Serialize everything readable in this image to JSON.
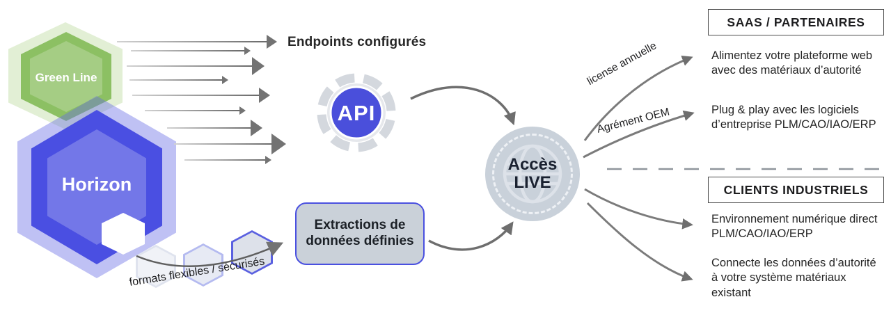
{
  "source": {
    "green_label": "Green Line",
    "horizon_label": "Horizon",
    "formats_label": "formats flexibles / sécurisés"
  },
  "api": {
    "title": "Endpoints configurés",
    "badge": "API"
  },
  "extraction": {
    "label": "Extractions de données définies"
  },
  "access": {
    "line1": "Accès",
    "line2": "LIVE"
  },
  "branches": {
    "license_label": "license annuelle",
    "oem_label": "Agrément OEM"
  },
  "saas": {
    "header": "SAAS / PARTENAIRES",
    "items": [
      "Alimentez votre plateforme web avec des matériaux d’autorité",
      "Plug & play avec les logiciels d’entreprise PLM/CAO/IAO/ERP"
    ]
  },
  "clients": {
    "header": "CLIENTS INDUSTRIELS",
    "items": [
      "Environnement numérique direct PLM/CAO/IAO/ERP",
      "Connecte les données d’autorité à votre système matériaux existant"
    ]
  },
  "colors": {
    "accent_blue": "#4a4fe0",
    "horizon_inner": "#7377e8",
    "green": "#8cc063",
    "green_inner": "#a5cd84",
    "circle_fill": "#c9d1da",
    "box_fill": "#cad1d9",
    "arrow_gray": "#6e6e6e"
  }
}
